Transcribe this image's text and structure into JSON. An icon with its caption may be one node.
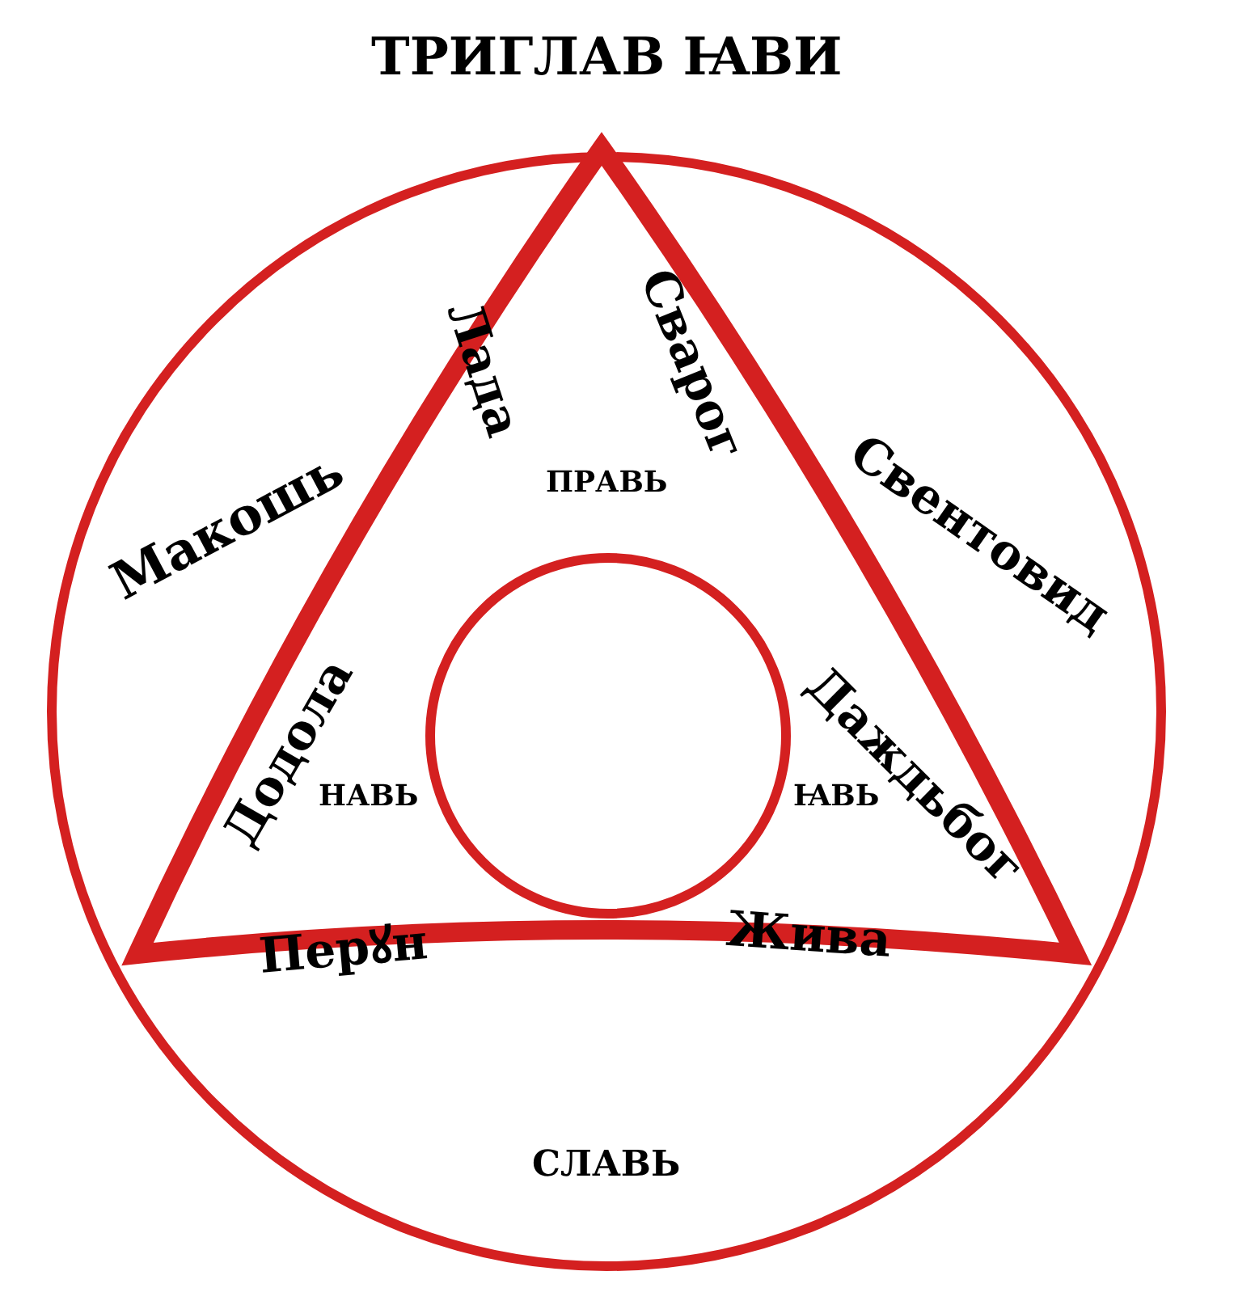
{
  "diagram": {
    "title": "ТРИГЛАВ ꙖВИ",
    "labels": [
      "Лада",
      "Сварог",
      "ПРАВЬ",
      "Макошь",
      "Свентовид",
      "Додола",
      "НАВЬ",
      "ꙖВЬ",
      "Даждьбог",
      "Перꙋн",
      "Жива",
      "СЛАВЬ"
    ]
  }
}
